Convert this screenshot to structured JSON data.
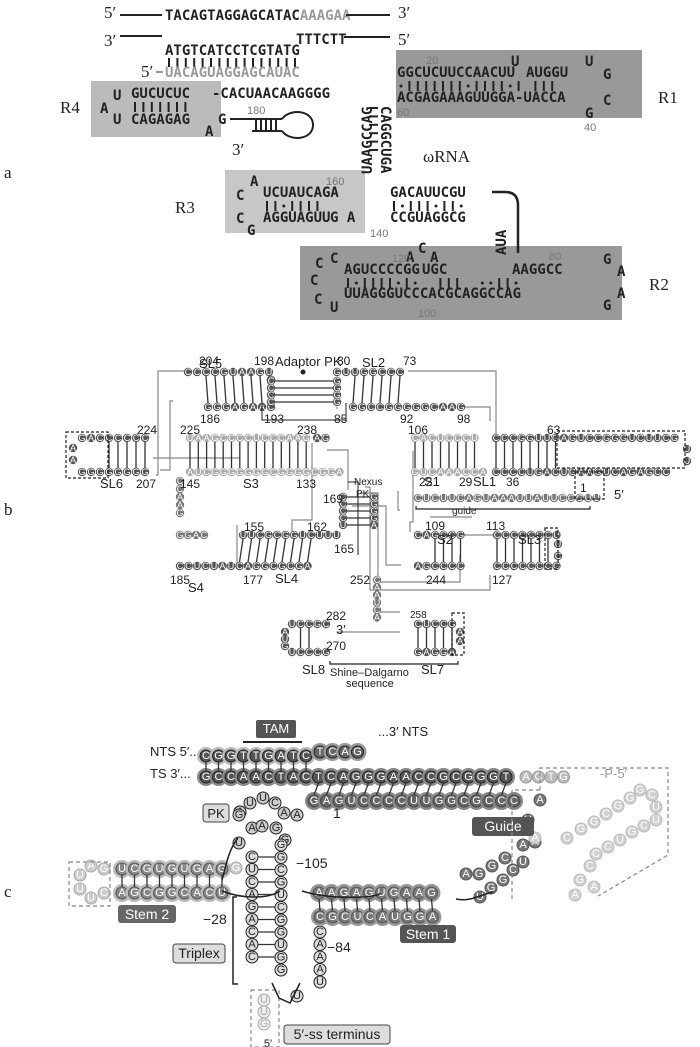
{
  "panels": {
    "a": {
      "label": "a",
      "top_strand": {
        "p5": "5′",
        "p3": "3′",
        "seq_dark": "TACAGTAGGAGCATAC",
        "seq_grey": "AAAGAA"
      },
      "bottom_strand": {
        "p3": "3′",
        "p5": "5′",
        "seq_left": "ATGTCATCCTCGTATG",
        "seq_right": "TTTCTT"
      },
      "rna_5prime": "5′",
      "rna_guide": "UACAGUAGGAGCAUAC",
      "r1_top": "GGCUCUUCCAACUU",
      "r1_top_bulge": "U",
      "r1_top2": "AUGGU",
      "r1_loop_u": "U",
      "r1_loop_g": "G",
      "r1_loop_c": "C",
      "r1_loop_g2": "G",
      "r1_bottom": "ACGAGAAAGUUGGA-UACCA",
      "r1_num20": "20",
      "r1_num40": "40",
      "r1_num60": "60",
      "r4_top": "GUCUCUC",
      "r4_link": "-CACUAACAAGGGG",
      "r4_bottom": "CAGAGAG",
      "r4_loop": [
        "A",
        "U",
        "U"
      ],
      "r4_a": "A",
      "r4_g": "G",
      "num180": "180",
      "p3_end": "3′",
      "stem_left": "UAAGCCAG",
      "stem_right": "CAGGCUGA",
      "omega_label": "ωRNA",
      "r3_top": "UCUAUCAGA",
      "r3_bottom": "AGGUAGUU",
      "r3_loop": [
        "A",
        "C",
        "C",
        "G"
      ],
      "r3_ga": "G A",
      "num160": "160",
      "num140": "140",
      "mid_top": "GACAUUCGU",
      "mid_bottom": "CCGUAGGCG",
      "aua": "AUA",
      "r2_top_left": "AGUCCCCGG",
      "r2_top_mid": "UGC",
      "r2_top_right": "AAGGCC",
      "r2_bottom": "UUAGGGUCCCACGCAGGCCAG",
      "r2_aca": [
        "A",
        "C",
        "A"
      ],
      "r2_loop_left": [
        "C",
        "C",
        "C",
        "C",
        "U"
      ],
      "r2_loop_right": [
        "G",
        "A",
        "A",
        "G"
      ],
      "num120": "120",
      "num100": "100",
      "num80": "80",
      "region_labels": {
        "R1": "R1",
        "R2": "R2",
        "R3": "R3",
        "R4": "R4"
      }
    },
    "b": {
      "label": "b",
      "labels": {
        "SL5": "SL5",
        "SL2": "SL2",
        "adaptor": "Adaptor PK",
        "SL6": "SL6",
        "S3": "S3",
        "S1": "S1",
        "SL1": "SL1",
        "guide": "guide",
        "nexus": "Nexus",
        "pk": "PK",
        "S2": "S2",
        "SL3": "SL3",
        "S4": "S4",
        "SL4": "SL4",
        "SL8": "SL8",
        "SL7": "SL7",
        "shine": "Shine–Dalgarno",
        "sequence": "sequence",
        "p5": "5′",
        "p3": "3′"
      },
      "numbers": {
        "n204": "204",
        "n198": "198",
        "n80": "80",
        "n73": "73",
        "n186": "186",
        "n193": "193",
        "n85": "85",
        "n92": "92",
        "n98": "98",
        "n224": "224",
        "n225": "225",
        "n238": "238",
        "n106": "106",
        "n63": "63",
        "n207": "207",
        "n145": "145",
        "n133": "133",
        "n22": "22",
        "n29": "29",
        "n36": "36",
        "n1": "1",
        "n169": "169",
        "n155": "155",
        "n162": "162",
        "n165": "165",
        "n109": "109",
        "n113": "113",
        "n185": "185",
        "n177": "177",
        "n244": "244",
        "n127": "127",
        "n252": "252",
        "n282": "282",
        "n258": "258",
        "n270": "270"
      },
      "sl5_top": "CCCCGUAAGU",
      "sl5_bottom": "GGGAGAAC",
      "sl2_top": "GUUGGCCC",
      "sl2_bottom": "GGCCGGGGGCAAG",
      "pk_left": "CCCC",
      "pk_right": "GGGG",
      "sl6_top": "GACCCCCC",
      "sl6_bottom": "GGGGGGGG",
      "sl6_loop": "AA",
      "s3_top": "UAAGCCCCUCCCAAG",
      "s3_tail": "AG",
      "s3_bottom": "AUCGGGGGGGCGGGGCGGA",
      "s1_top": "CACUCCCU",
      "s1_bottom": "GUCAAACCA",
      "sl1_top": "CCCGGUUGAGUCCGGGUCUUCG",
      "sl1_bottom": "CCCCUGACUGAAGUCAGAGCC",
      "sl1_loop": "UU",
      "guide_seq": "CUCUUCAGUAAAUUAUUCCCUU",
      "nexus_left": "CCCCU",
      "nexus_right": "GGGGA",
      "s4_left": "CCAAG",
      "s4_top": "GGAC",
      "sl4_top": "UUCGCGGUCUUU",
      "sl4_bottom": "CCUCUAUCAGGCGCGA",
      "s2_top": "CAGCCG",
      "s2_bottom": "AGCCCC",
      "sl3_top": "CCCCCCCU",
      "sl3_bottom": "CCCCCCCG",
      "sl3_loop": "UC",
      "linker": "CAAUCA",
      "sl8_top": "UCCGC",
      "sl8_bottom": "UCCCG",
      "sl8_loop": "AUG",
      "sl7_top": "CUCCG",
      "sl7_bottom": "GAGGA",
      "sl7_loop": "AA"
    },
    "c": {
      "label": "c",
      "tam": "TAM",
      "nts_label": "NTS 5′...",
      "nts_end": "...3′ NTS",
      "ts_label": "TS 3′...",
      "nts_seq": "CGGTTGATCTCAG",
      "ts_seq": "GCCAACTACTCAGGGAACCGCGGGT",
      "ts_tail": "ACTG",
      "ts_tail_end": "-P-5′",
      "guide_seq": "GAGUCCCCUUGGCGCCC",
      "guide_label": "Guide",
      "pk_label": "PK",
      "pk_loop": "GUUCAA",
      "pk_stem": "AAG",
      "num1": "1",
      "num105": "−105",
      "num28": "−28",
      "num84": "−84",
      "stem2_top": "UCGUGUGAG",
      "stem2_bottom": "AGCGGCACU",
      "stem2_loop": "UAG UUC",
      "stem2_label": "Stem 2",
      "stem1_top": "AAGAGUGAAG",
      "stem1_bottom": "CGCUCAUGGA",
      "stem1_label": "Stem 1",
      "triplex_label": "Triplex",
      "triplex_left": "CUCAGACAC",
      "triplex_right": "GGCGUCGGUGG",
      "triplex_third": "CAAAU",
      "terminus_label": "5′-ss terminus",
      "terminus_seq": "UUG",
      "terminus_5p": "5′",
      "hairpin_seq": "ACGGGCGGCUUCGUCCCAAG",
      "mid_loop": "CGUCUGGU"
    }
  }
}
